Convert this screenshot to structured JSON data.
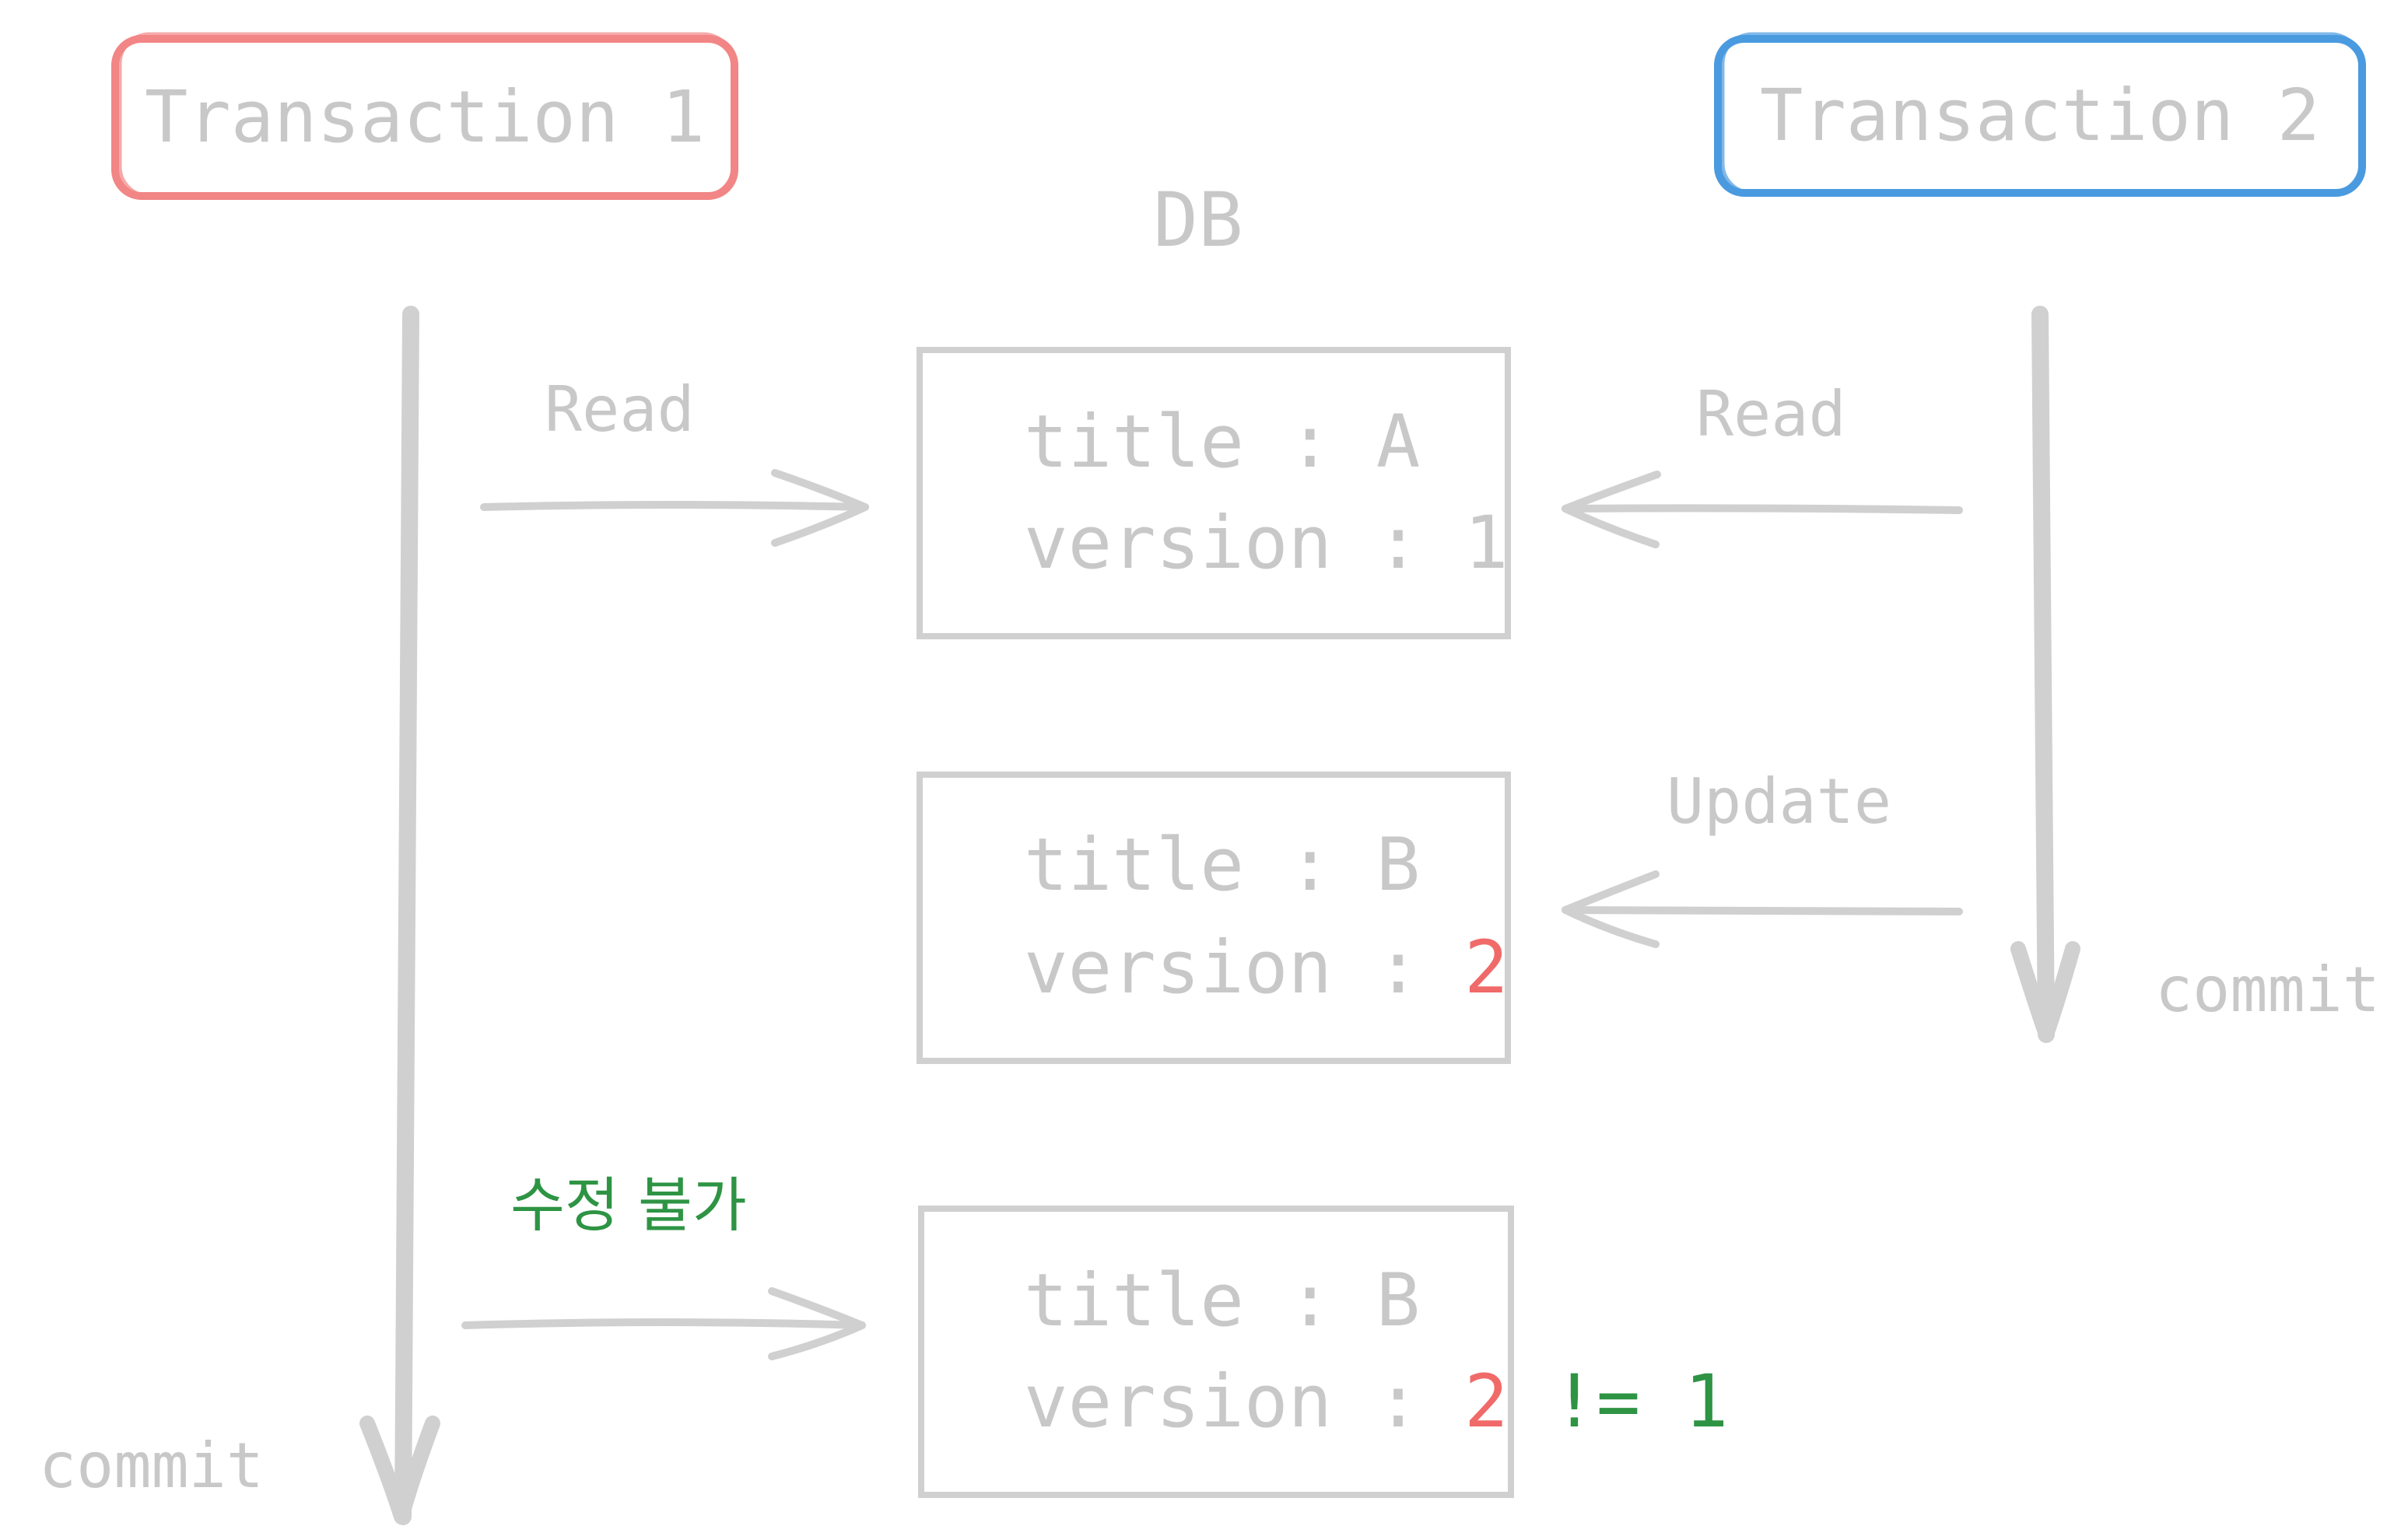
{
  "colors": {
    "ink": "#c8c8c8",
    "line": "#d0d0d0",
    "transaction1": "#f28585",
    "transaction2": "#4a9ae0",
    "changed": "#f06a6a",
    "rejected": "#2e9444"
  },
  "transaction1": {
    "label": "Transaction 1",
    "commit": "commit"
  },
  "transaction2": {
    "label": "Transaction 2",
    "commit": "commit"
  },
  "db_label": "DB",
  "edges": {
    "t1_read": "Read",
    "t2_read": "Read",
    "t2_update": "Update",
    "t1_update_rejected": "수정 불가"
  },
  "records": [
    {
      "title_text": "title : A",
      "version_prefix": "version : ",
      "version_value": "1"
    },
    {
      "title_text": "title : B",
      "version_prefix": "version : ",
      "version_value": "2"
    },
    {
      "title_text": "title : B",
      "version_prefix": "version : ",
      "version_value": "2",
      "compare_text": " != 1"
    }
  ]
}
